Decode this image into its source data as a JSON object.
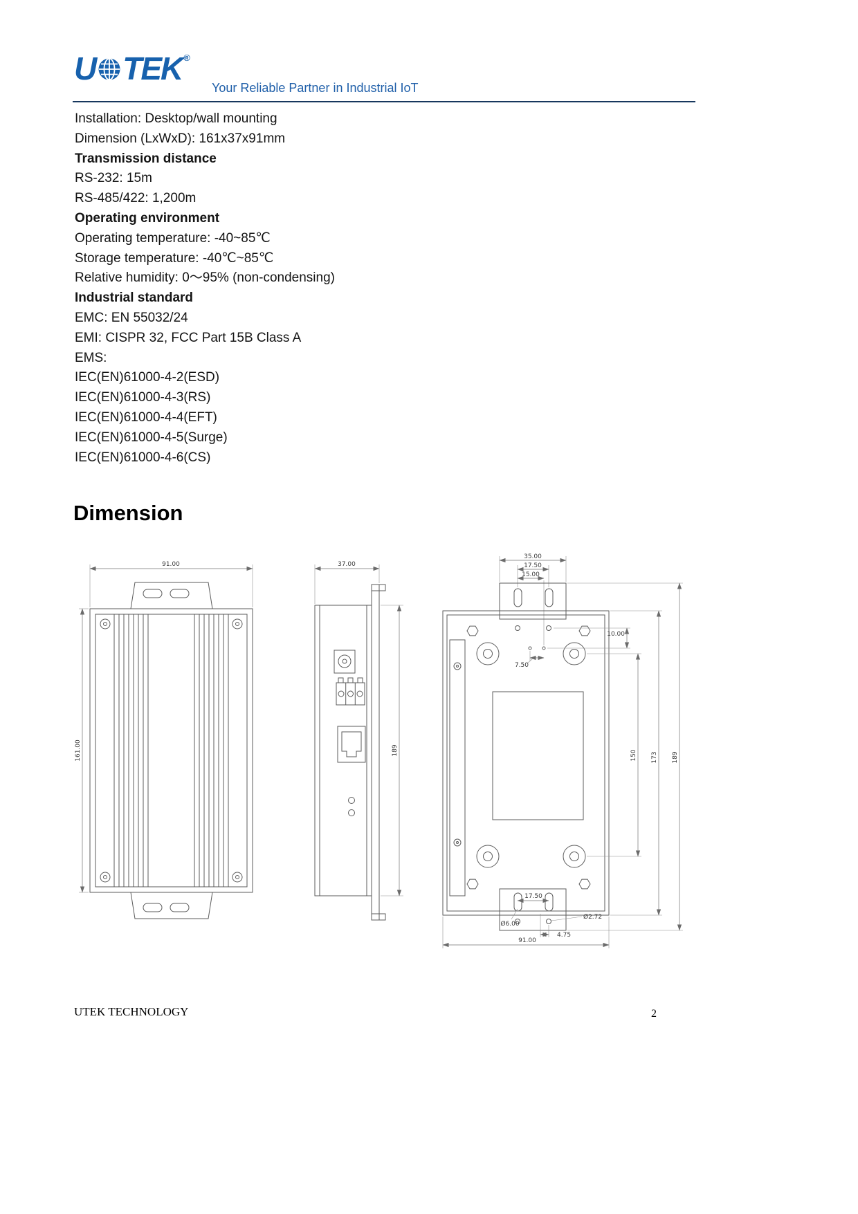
{
  "header": {
    "logo_left": "U",
    "logo_right": "TEK",
    "registered": "®",
    "tagline": "Your Reliable Partner in Industrial IoT",
    "brand_color": "#1761ad",
    "rule_color": "#17375e"
  },
  "specs": [
    "Installation: Desktop/wall mounting",
    "Dimension (LxWxD): 161x37x91mm",
    "Transmission distance",
    "RS-232: 15m",
    "RS-485/422: 1,200m",
    "Operating environment",
    "Operating temperature: -40~85℃",
    "Storage temperature: -40℃~85℃",
    "Relative humidity: 0～95% (non-condensing)",
    "Industrial standard",
    "EMC: EN 55032/24",
    "EMI: CISPR 32, FCC Part 15B Class A",
    "EMS:",
    "IEC(EN)61000-4-2(ESD)",
    "IEC(EN)61000-4-3(RS)",
    "IEC(EN)61000-4-4(EFT)",
    "IEC(EN)61000-4-5(Surge)",
    "IEC(EN)61000-4-6(CS)"
  ],
  "section_title": "Dimension",
  "drawings": {
    "front": {
      "dim_width": "91.00",
      "dim_height": "161.00"
    },
    "side": {
      "dim_width": "37.00",
      "dim_height": "189"
    },
    "back": {
      "dim_bracket_width": "35.00",
      "dim_slot_spacing": "17.50",
      "dim_slot_to_hole": "15.00",
      "dim_hole_spacing": "7.50",
      "dim_hole_offset": "10.00",
      "dim_mount_height": "150",
      "dim_body_height": "173",
      "dim_total_height": "189",
      "dim_bottom_slot_spacing": "17.50",
      "dim_slot_diameter": "Ø6.00",
      "dim_hole_diameter": "Ø2.72",
      "dim_bottom_offset": "4.75",
      "dim_width": "91.00"
    }
  },
  "footer": {
    "company": "UTEK TECHNOLOGY",
    "page_number": "2"
  }
}
